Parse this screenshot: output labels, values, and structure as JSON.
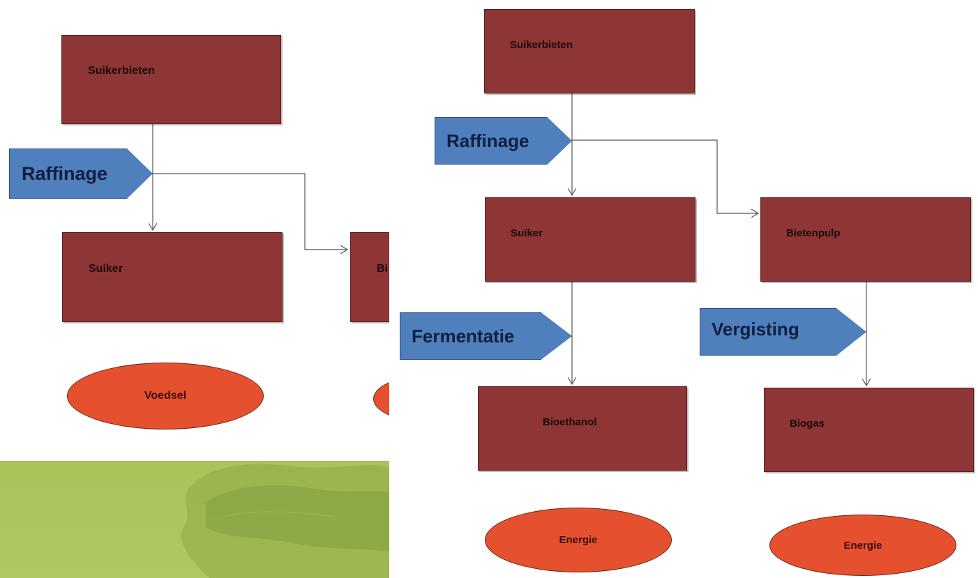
{
  "left": {
    "suikerbieten": "Suikerbieten",
    "raffinage": "Raffinage",
    "suiker": "Suiker",
    "bietenpulp_partial": "Bi",
    "voedsel": "Voedsel"
  },
  "right": {
    "suikerbieten": "Suikerbieten",
    "raffinage": "Raffinage",
    "suiker": "Suiker",
    "bietenpulp": "Bietenpulp",
    "fermentatie": "Fermentatie",
    "vergisting": "Vergisting",
    "bioethanol": "Bioethanol",
    "biogas": "Biogas",
    "energie_1": "Energie",
    "energie_2": "Energie"
  },
  "colors": {
    "box": "#8e3535",
    "oval": "#e5512f",
    "tag": "#4f7fbd",
    "banner": "#a9c25a"
  }
}
